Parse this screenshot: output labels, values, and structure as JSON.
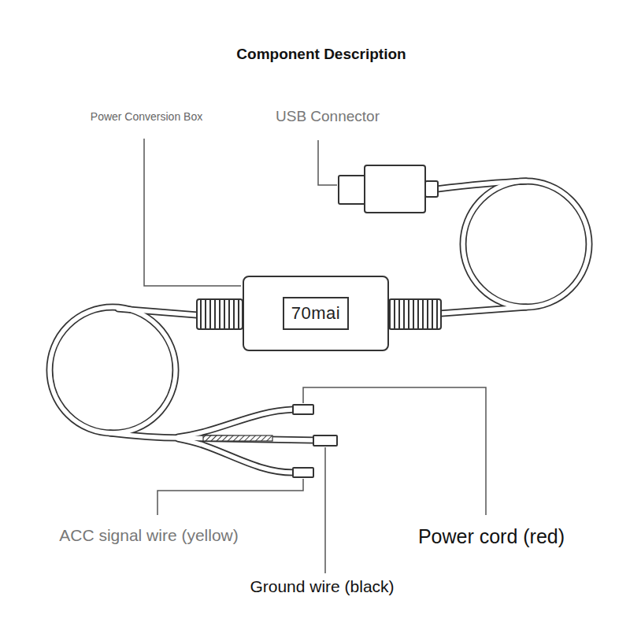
{
  "diagram": {
    "title": "Component Description",
    "nodes": [
      {
        "text": [
          "70mai"
        ]
      }
    ],
    "labels": [
      "Power Conversion Box",
      "USB Connector",
      "ACC signal wire (yellow)",
      "Power cord (red)",
      "Ground wire (black)"
    ]
  }
}
